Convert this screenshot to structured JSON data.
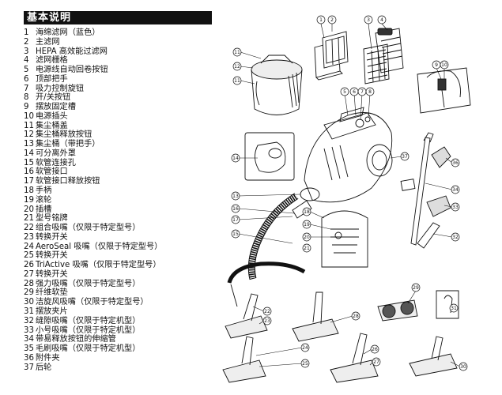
{
  "header": {
    "title": "基本说明"
  },
  "legend": [
    {
      "n": "1",
      "t": "海绵滤网（蓝色）"
    },
    {
      "n": "2",
      "t": "主滤网"
    },
    {
      "n": "3",
      "t": "HEPA 高效能过滤网"
    },
    {
      "n": "4",
      "t": "滤网栅格"
    },
    {
      "n": "5",
      "t": "电源线自动回卷按钮"
    },
    {
      "n": "6",
      "t": "顶部把手"
    },
    {
      "n": "7",
      "t": "吸力控制旋钮"
    },
    {
      "n": "8",
      "t": "开/关按钮"
    },
    {
      "n": "9",
      "t": "摆放固定槽"
    },
    {
      "n": "10",
      "t": "电源插头"
    },
    {
      "n": "11",
      "t": "集尘桶盖"
    },
    {
      "n": "12",
      "t": "集尘桶释放按钮"
    },
    {
      "n": "13",
      "t": "集尘桶（带把手）"
    },
    {
      "n": "14",
      "t": "可分离外罩"
    },
    {
      "n": "15",
      "t": "软管连接孔"
    },
    {
      "n": "16",
      "t": "软管接口"
    },
    {
      "n": "17",
      "t": "软管接口释放按钮"
    },
    {
      "n": "18",
      "t": "手柄"
    },
    {
      "n": "19",
      "t": "滚轮"
    },
    {
      "n": "20",
      "t": "插槽"
    },
    {
      "n": "21",
      "t": "型号铭牌"
    },
    {
      "n": "22",
      "t": "组合吸嘴（仅限于特定型号）"
    },
    {
      "n": "23",
      "t": "转换开关"
    },
    {
      "n": "24",
      "t": "AeroSeal 吸嘴（仅限于特定型号）"
    },
    {
      "n": "25",
      "t": "转换开关"
    },
    {
      "n": "26",
      "t": "TriActive 吸嘴（仅限于特定型号）"
    },
    {
      "n": "27",
      "t": "转换开关"
    },
    {
      "n": "28",
      "t": "强力吸嘴（仅限于特定型号）"
    },
    {
      "n": "29",
      "t": "纤维软垫"
    },
    {
      "n": "30",
      "t": "洁旋风吸嘴（仅限于特定型号）"
    },
    {
      "n": "31",
      "t": "摆放夹片"
    },
    {
      "n": "32",
      "t": "缝隙吸嘴（仅限于特定机型）"
    },
    {
      "n": "33",
      "t": "小号吸嘴（仅限于特定机型）"
    },
    {
      "n": "34",
      "t": "带易释放按钮的伸缩管"
    },
    {
      "n": "35",
      "t": "毛刷吸嘴（仅限于特定机型）"
    },
    {
      "n": "36",
      "t": "附件夹"
    },
    {
      "n": "37",
      "t": "后轮"
    }
  ],
  "callouts": {
    "c1": "1",
    "c2": "2",
    "c3": "3",
    "c4": "4",
    "c5": "5",
    "c6": "6",
    "c7": "7",
    "c8": "8",
    "c9": "9",
    "c10": "10",
    "c11a": "11",
    "c12": "12",
    "c11b": "11",
    "c14": "14",
    "c37": "37",
    "c13": "13",
    "c16": "16",
    "c17": "17",
    "c15": "15",
    "c18": "18",
    "c19": "19",
    "c20": "20",
    "c21": "21",
    "c36": "36",
    "c34": "34",
    "c33": "33",
    "c32": "32",
    "c22": "22",
    "c23": "23",
    "c28": "28",
    "c29": "29",
    "c31": "31",
    "c24": "24",
    "c25": "25",
    "c26": "26",
    "c27": "27",
    "c30": "30"
  }
}
